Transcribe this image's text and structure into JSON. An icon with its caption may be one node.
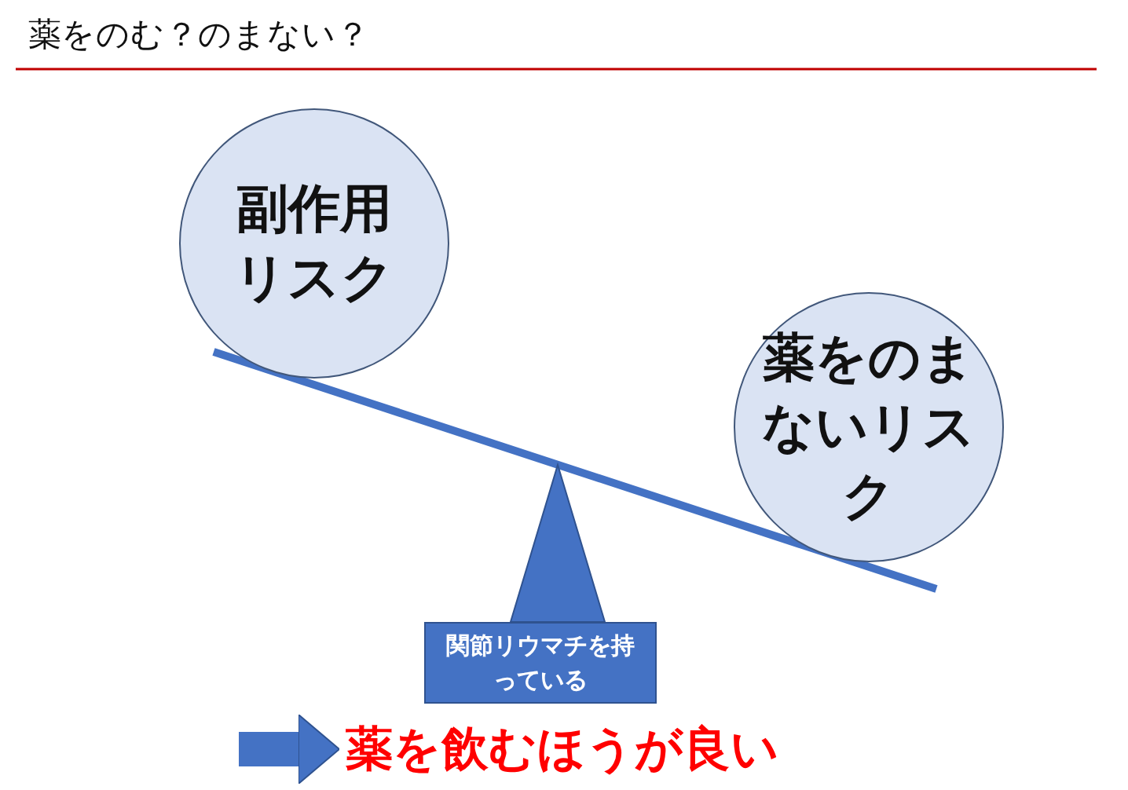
{
  "diagram": {
    "title": "薬をのむ？のまない？",
    "nodes": [
      {
        "text": [
          "副作用リスク"
        ]
      },
      {
        "text": [
          "薬をのまないリスク"
        ]
      },
      {
        "text": [
          "関節リウマチを持っている"
        ]
      },
      {
        "text": [
          "薬を飲むほうが良い"
        ]
      }
    ],
    "edges": [
      {
        "from": null,
        "to": 3,
        "arrow": "to"
      }
    ]
  }
}
